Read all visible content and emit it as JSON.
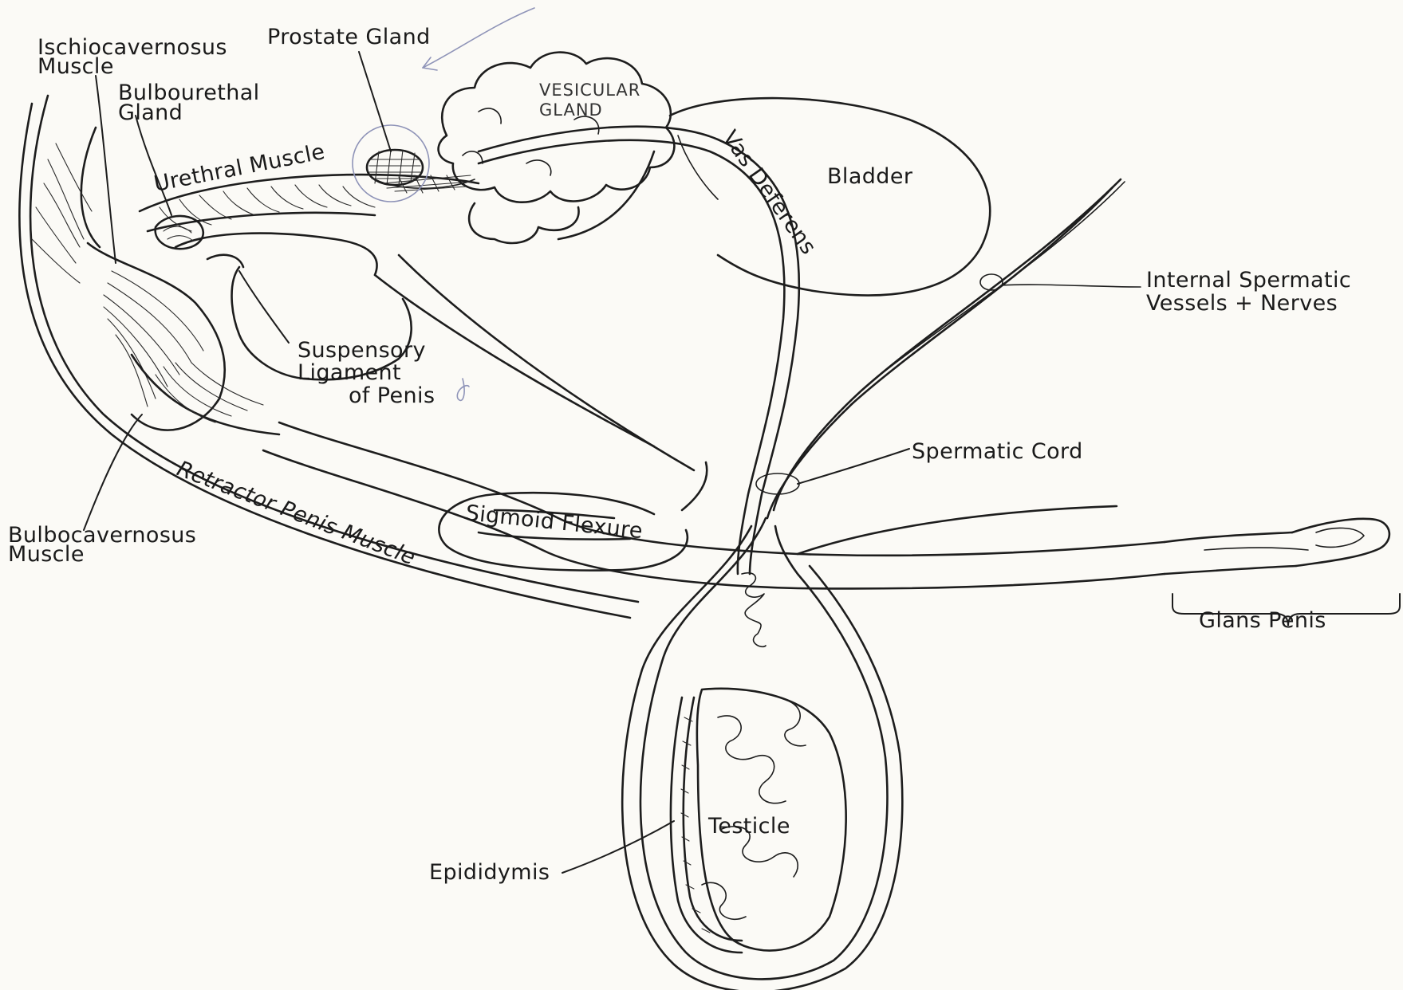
{
  "diagram": {
    "labels": {
      "ischiocavernosus_line1": "Ischiocavernosus",
      "ischiocavernosus_line2": "Muscle",
      "prostate_gland": "Prostate Gland",
      "bulbourethral_line1": "Bulbourethal",
      "bulbourethral_line2": "Gland",
      "vesicular_line1": "VESICULAR",
      "vesicular_line2": "GLAND",
      "urethral_muscle": "Urethral Muscle",
      "vas_deferens": "Vas Deferens",
      "bladder": "Bladder",
      "internal_spermatic_line1": "Internal Spermatic",
      "internal_spermatic_line2": "Vessels + Nerves",
      "suspensory_line1": "Suspensory",
      "suspensory_line2": "Ligament",
      "suspensory_line3": "of Penis",
      "spermatic_cord": "Spermatic Cord",
      "retractor_penis_muscle": "Retractor Penis Muscle",
      "sigmoid_flexure": "Sigmoid Flexure",
      "bulbocavernosus_line1": "Bulbocavernosus",
      "bulbocavernosus_line2": "Muscle",
      "glans_penis": "Glans Penis",
      "testicle": "Testicle",
      "epididymis": "Epididymis"
    },
    "colors": {
      "ink": "#1d1d1d",
      "paper": "#fbfaf6",
      "pencil_marks": "#8f94b8"
    }
  }
}
